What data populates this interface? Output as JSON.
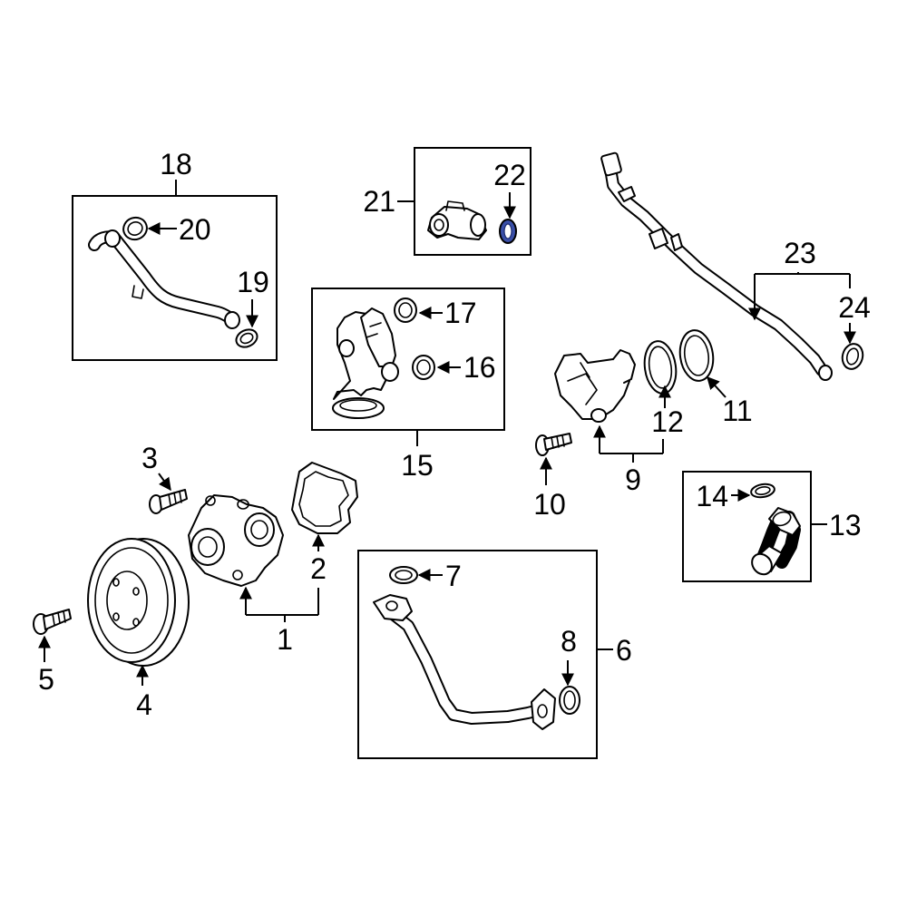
{
  "callouts": {
    "c1": "1",
    "c2": "2",
    "c3": "3",
    "c4": "4",
    "c5": "5",
    "c6": "6",
    "c7": "7",
    "c8": "8",
    "c9": "9",
    "c10": "10",
    "c11": "11",
    "c12": "12",
    "c13": "13",
    "c14": "14",
    "c15": "15",
    "c16": "16",
    "c17": "17",
    "c18": "18",
    "c19": "19",
    "c20": "20",
    "c21": "21",
    "c22": "22",
    "c23": "23",
    "c24": "24"
  },
  "colors": {
    "line": "#000000",
    "background": "#ffffff",
    "highlight_fill": "#3a4fa8",
    "highlight_stroke": "#1a2a6e"
  }
}
